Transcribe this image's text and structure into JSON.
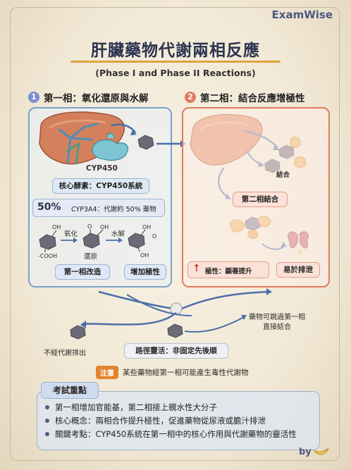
{
  "brand": "ExamWise",
  "title": "肝臟藥物代謝兩相反應",
  "subtitle": "(Phase I and Phase II Reactions)",
  "phase1": {
    "number": "1",
    "heading": "第一相：氧化還原與水解",
    "enzyme_label": "CYP450",
    "core_enzyme": "核心酵素：CYP450系統",
    "percent": "50%",
    "cyp3a4": "CYP3A4：代謝約 50% 藥物",
    "label_oxidation": "氧化",
    "label_reduction": "還原",
    "label_hydrolysis": "水解",
    "group_oh_1": "OH",
    "group_cooh": "-COOH",
    "group_oh_2": "OH",
    "group_o": "O",
    "group_oh_3": "OH",
    "group_o_2": "O",
    "group_oh_4": "OH",
    "tag_modify": "第一相改造",
    "tag_polarity": "增加極性"
  },
  "phase2": {
    "number": "2",
    "heading": "第二相：結合反應增極性",
    "label_bind": "結合",
    "tag_conjugation": "第二相結合",
    "polarity_up": "極性：顯著提升",
    "tag_excrete": "易於排泄"
  },
  "flow": {
    "no_metabolism": "不經代謝排出",
    "flexible": "路徑靈活：非固定先後順",
    "skip": "藥物可跳過第一相直接結合",
    "caution_badge": "注意",
    "caution_text": "某些藥物經第一相可能產生毒性代謝物"
  },
  "exam": {
    "heading": "考試重點",
    "points": [
      "第一相增加官能基，第二相接上親水性大分子",
      "核心概念：兩相合作提升極性，促進藥物從尿液或膽汁排泄",
      "關鍵考點：CYP450系統在第一相中的核心作用與代謝藥物的靈活性"
    ]
  },
  "footer": "by",
  "colors": {
    "phase1_accent": "#7a8fcf",
    "phase2_accent": "#e07b5e",
    "liver": "#d9825d",
    "drug": "#6d6a78"
  }
}
